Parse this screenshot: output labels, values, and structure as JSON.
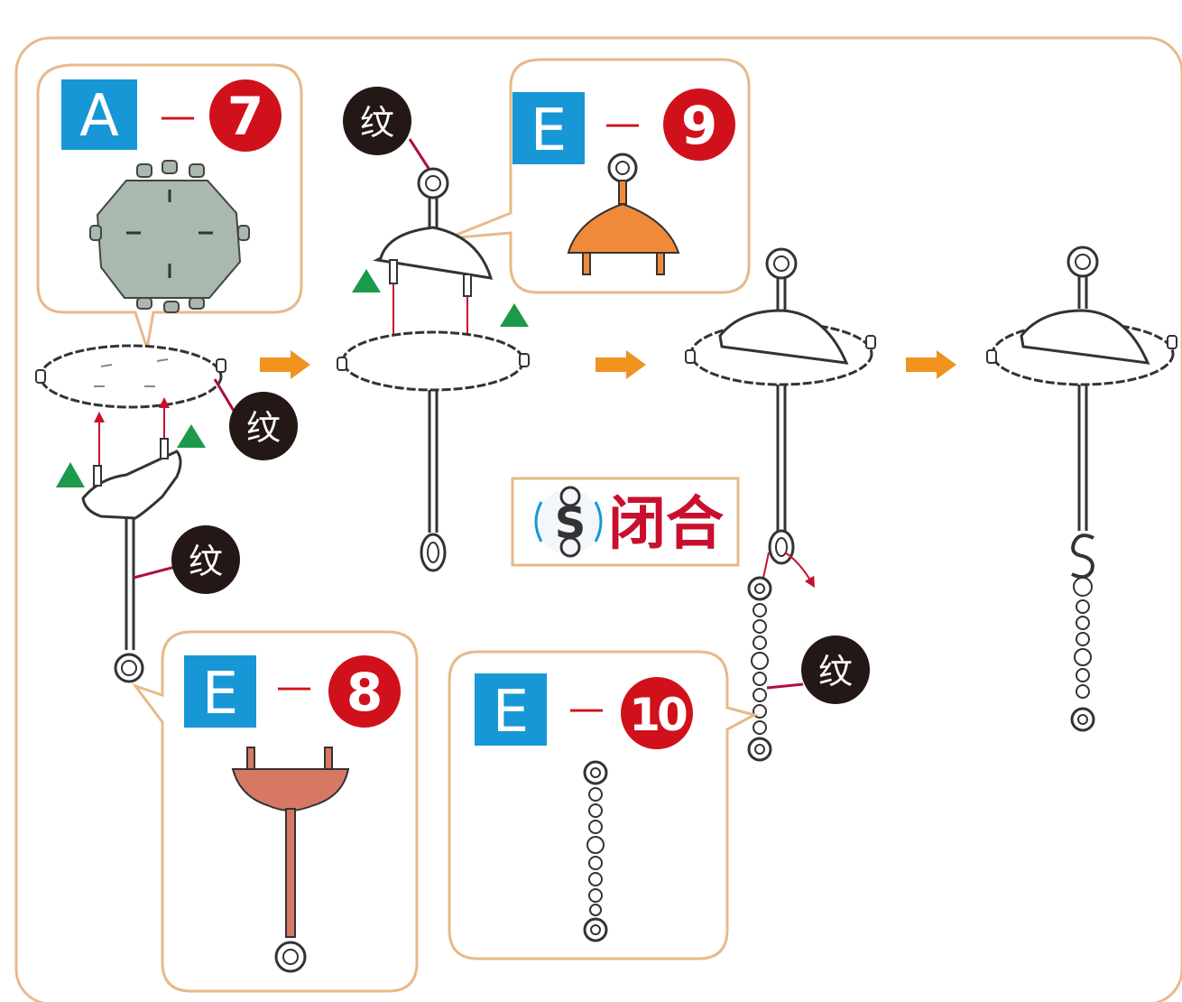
{
  "diagram": {
    "texture_label": "纹",
    "close_label": "闭合",
    "s_hook_glyph": "S",
    "colors": {
      "frame_border": "#e8b98a",
      "letter_box": "#1797d6",
      "number_circle": "#d0111b",
      "texture_badge": "#231815",
      "texture_line": "#b0103a",
      "arrow": "#f0921e",
      "triangle": "#1a9a4a",
      "part_a7": "#a9b9ad",
      "part_e9": "#f08a3a",
      "part_e8": "#d67864",
      "red_arrow": "#c8102e"
    },
    "callouts": [
      {
        "letter": "A",
        "dash": "—",
        "number": "7"
      },
      {
        "letter": "E",
        "dash": "—",
        "number": "9"
      },
      {
        "letter": "E",
        "dash": "—",
        "number": "8"
      },
      {
        "letter": "E",
        "dash": "—",
        "number": "10"
      }
    ]
  }
}
